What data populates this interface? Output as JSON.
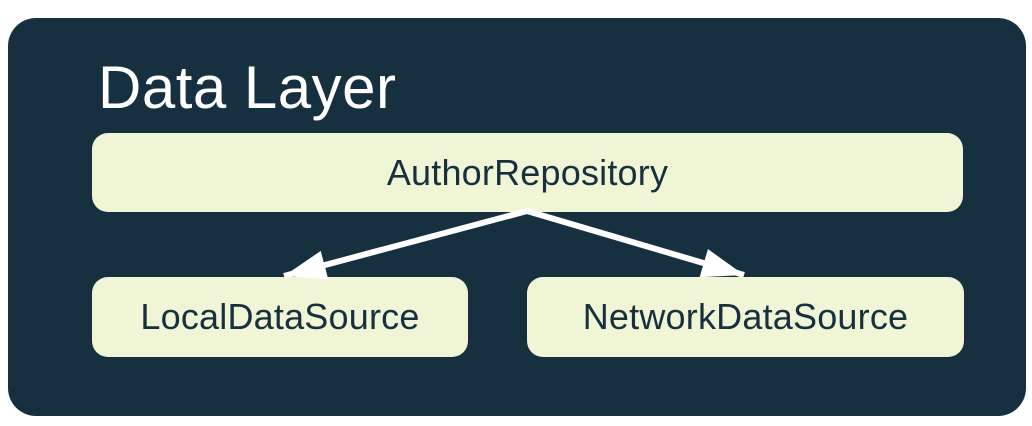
{
  "diagram": {
    "title": "Data Layer",
    "nodes": {
      "repository": {
        "label": "AuthorRepository"
      },
      "local": {
        "label": "LocalDataSource"
      },
      "network": {
        "label": "NetworkDataSource"
      }
    },
    "edges": [
      {
        "from": "AuthorRepository",
        "to": "LocalDataSource"
      },
      {
        "from": "AuthorRepository",
        "to": "NetworkDataSource"
      }
    ],
    "colors": {
      "page_bg": "#FFFFFF",
      "container_bg": "#173040",
      "node_bg": "#F0F5D6",
      "node_text": "#173040",
      "title_text": "#FFFFFF",
      "arrow": "#FFFFFF"
    }
  }
}
